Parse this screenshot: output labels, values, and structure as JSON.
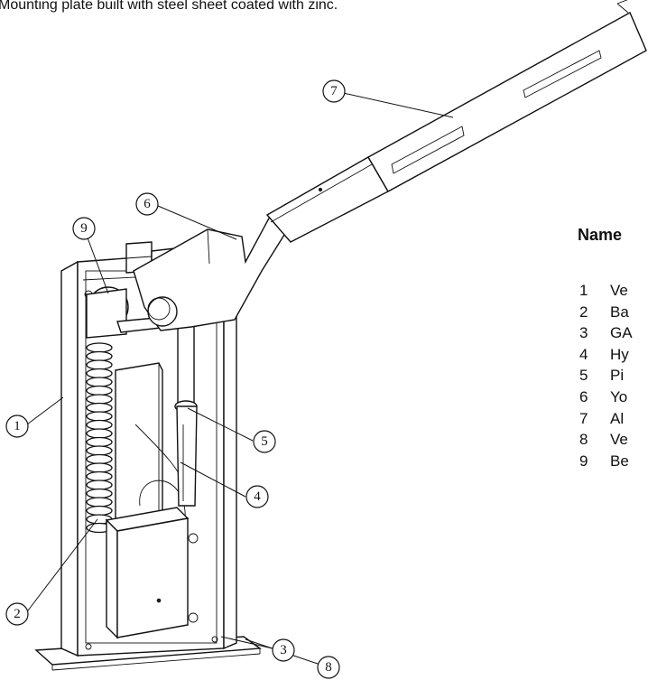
{
  "caption": "Mounting plate built with steel sheet coated with zinc.",
  "legend_header": "Name",
  "legend": [
    {
      "num": "1",
      "text": "Ve"
    },
    {
      "num": "2",
      "text": "Ba"
    },
    {
      "num": "3",
      "text": "GA"
    },
    {
      "num": "4",
      "text": "Hy"
    },
    {
      "num": "5",
      "text": "Pi"
    },
    {
      "num": "6",
      "text": "Yo"
    },
    {
      "num": "7",
      "text": "Al"
    },
    {
      "num": "8",
      "text": "Ve"
    },
    {
      "num": "9",
      "text": "Be"
    }
  ],
  "callouts": {
    "c1": "1",
    "c2": "2",
    "c3": "3",
    "c4": "4",
    "c5": "5",
    "c6": "6",
    "c7": "7",
    "c8": "8",
    "c9": "9"
  }
}
